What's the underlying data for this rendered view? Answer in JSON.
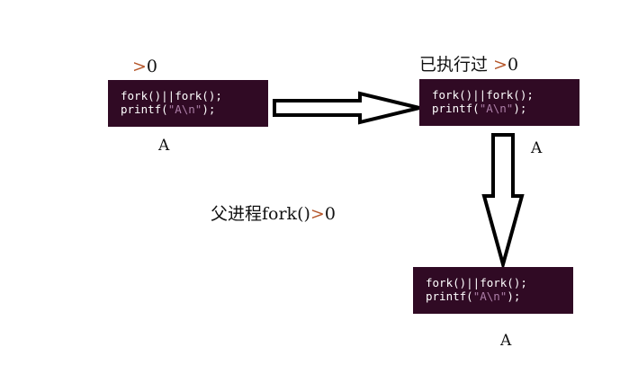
{
  "code": {
    "line1": "fork()||fork();",
    "line2_pre": "printf(",
    "line2_str": "\"A\\n\"",
    "line2_post": ");"
  },
  "labels": {
    "box1_gt": ">",
    "box1_val": "0",
    "box2_prefix": "已执行过 ",
    "box2_gt": ">",
    "box2_val": "0",
    "mid_prefix": "父进程fork()",
    "mid_gt": ">",
    "mid_val": "0"
  },
  "outputs": {
    "box1": "A",
    "box2": "A",
    "box3": "A"
  },
  "colors": {
    "terminal_bg": "#300a24",
    "string": "#ad7fa8",
    "accent": "#b5562a"
  }
}
